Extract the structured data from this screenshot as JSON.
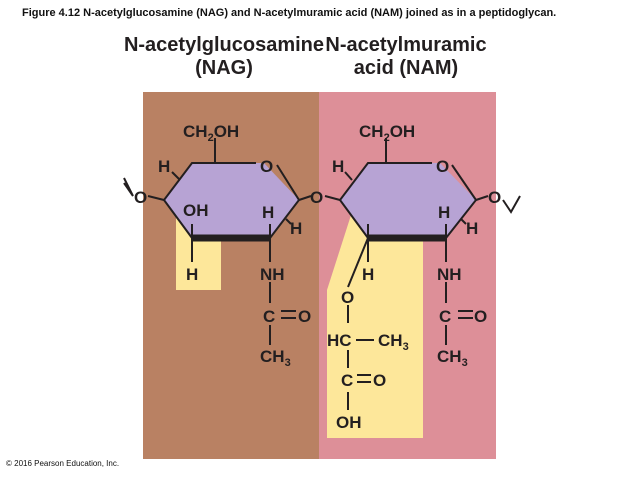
{
  "figure": {
    "caption": "Figure 4.12 N-acetylglucosamine (NAG) and N-acetylmuramic acid (NAM) joined as in a peptidoglycan.",
    "copyright": "© 2016 Pearson Education, Inc."
  },
  "nag": {
    "title_line1": "N-acetylglucosamine",
    "title_line2": "(NAG)",
    "panel_color": "#b98163",
    "ring_color": "#b7a3d4",
    "highlight_color": "#fde79a",
    "ch2": "CH",
    "ch2_sub": "2",
    "ch2_tail": "OH",
    "ring_h_left": "H",
    "ring_o": "O",
    "ring_oh": "OH",
    "ring_h_mid": "H",
    "ring_h_right": "H",
    "lower_h": "H",
    "nh": "NH",
    "c": "C",
    "o": "O",
    "ch3": "CH",
    "ch3_sub": "3"
  },
  "nam": {
    "title_line1": "N-acetylmuramic",
    "title_line2": "acid (NAM)",
    "panel_color": "#dd8f98",
    "ring_color": "#b7a3d4",
    "highlight_color": "#fde79a",
    "ch2": "CH",
    "ch2_sub": "2",
    "ch2_tail": "OH",
    "ring_h_left": "H",
    "ring_o": "O",
    "ring_h_right": "H",
    "ring_h_far": "H",
    "lower_h": "H",
    "nh": "NH",
    "c": "C",
    "o": "O",
    "ch3": "CH",
    "ch3_sub": "3",
    "lactyl_o": "O",
    "hc": "HC",
    "lactyl_ch3": "CH",
    "lactyl_ch3_sub": "3",
    "lactyl_c": "C",
    "lactyl_co": "O",
    "lactyl_oh": "OH"
  },
  "linkage": {
    "left_o": "O",
    "mid_o": "O",
    "right_o": "O"
  }
}
